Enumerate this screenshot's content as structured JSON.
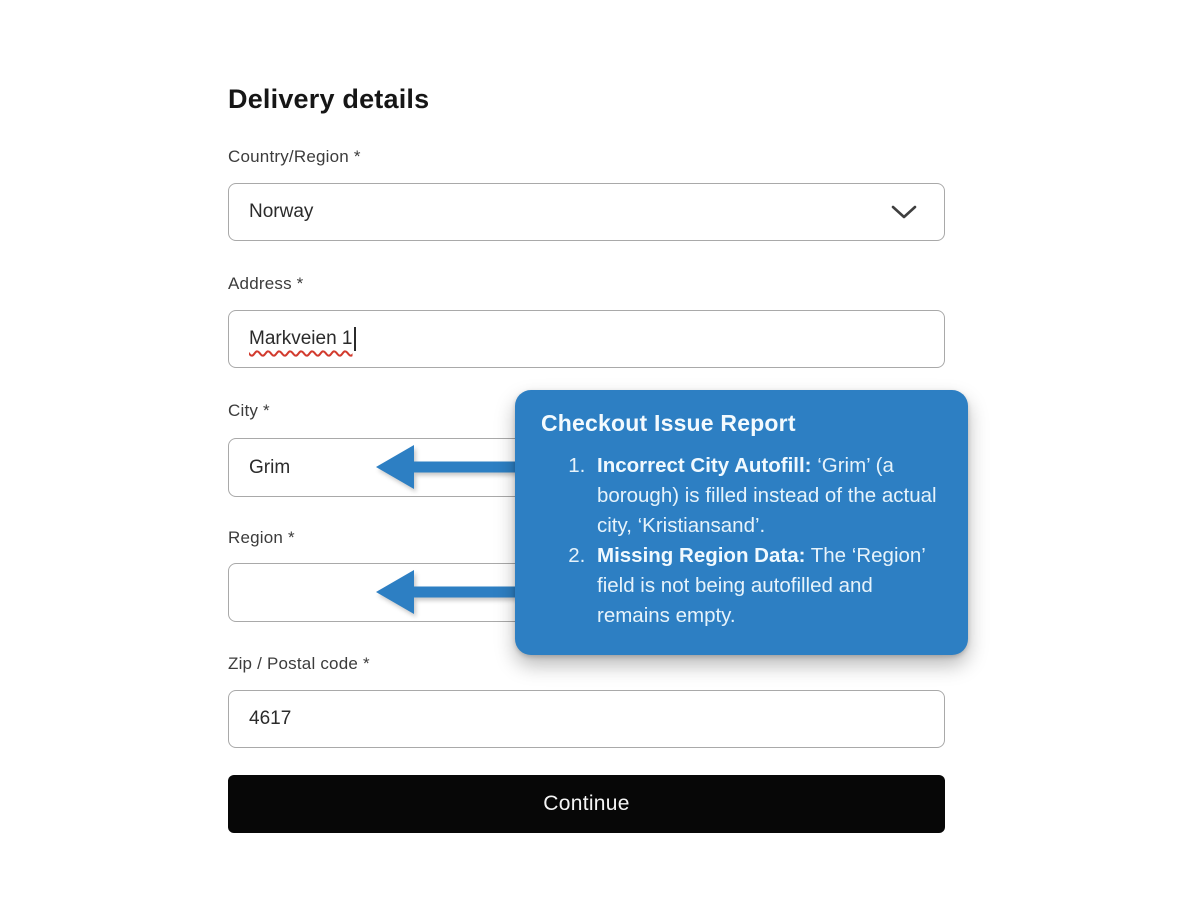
{
  "page": {
    "title": "Delivery details"
  },
  "form": {
    "country": {
      "label": "Country/Region *",
      "value": "Norway",
      "chevron_icon": "chevron-down"
    },
    "address": {
      "label": "Address *",
      "value": "Markveien 1"
    },
    "city": {
      "label": "City *",
      "value": "Grim"
    },
    "region": {
      "label": "Region *",
      "value": ""
    },
    "zip": {
      "label": "Zip / Postal code *",
      "value": "4617"
    },
    "continue_label": "Continue"
  },
  "callout": {
    "title": "Checkout Issue Report",
    "items": [
      {
        "bold": "Incorrect City Autofill:",
        "text": " ‘Grim’ (a borough) is filled instead of the actual city, ‘Kristiansand’."
      },
      {
        "bold": "Missing Region Data:",
        "text": " The ‘Region’ field is not being autofilled and remains empty."
      }
    ]
  },
  "colors": {
    "callout_blue": "#2d7fc3",
    "button_black": "#070707",
    "spellcheck_red": "#d23b2e"
  }
}
